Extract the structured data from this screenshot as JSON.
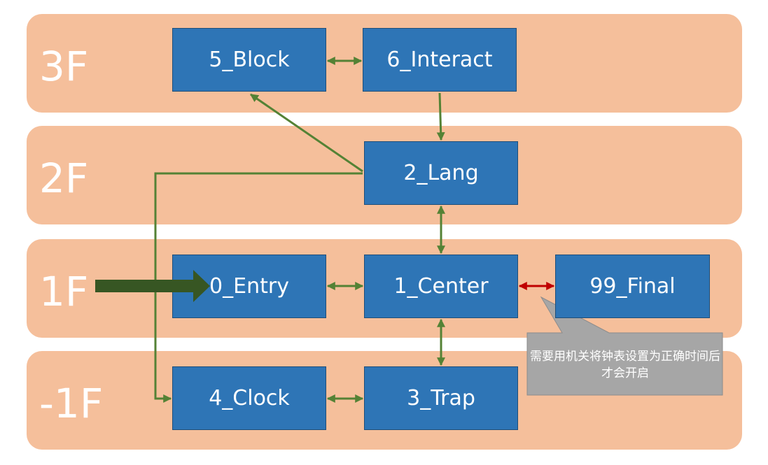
{
  "floors": [
    {
      "id": "3f",
      "label": "3F"
    },
    {
      "id": "2f",
      "label": "2F"
    },
    {
      "id": "1f",
      "label": "1F"
    },
    {
      "id": "b1f",
      "label": "-1F"
    }
  ],
  "rooms": {
    "block": "5_Block",
    "interact": "6_Interact",
    "lang": "2_Lang",
    "entry": "0_Entry",
    "center": "1_Center",
    "final": "99_Final",
    "clock": "4_Clock",
    "trap": "3_Trap"
  },
  "callout": {
    "text": "需要用机关将钟表设置为正确时间后才会开启"
  },
  "colors": {
    "floor_bg": "#f5bf9b",
    "room_bg": "#2e75b6",
    "connector": "#548235",
    "locked_connector": "#c00000",
    "entry_arrow": "#375623",
    "callout_bg": "#a6a6a6"
  }
}
